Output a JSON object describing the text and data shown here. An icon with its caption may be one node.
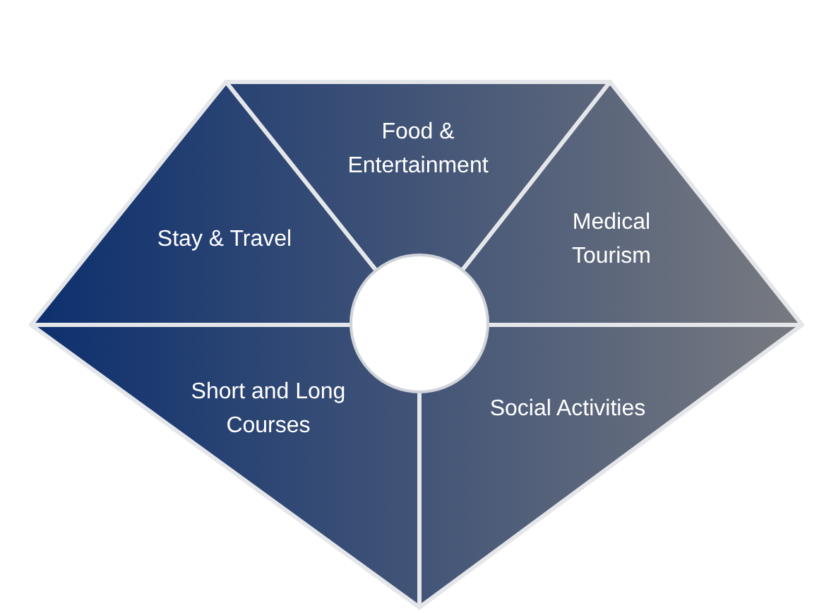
{
  "diagram": {
    "nodes": [
      {
        "text": [
          "Food & Entertainment"
        ]
      },
      {
        "text": [
          "Stay & Travel"
        ]
      },
      {
        "text": [
          "Medical Tourism"
        ]
      },
      {
        "text": [
          "Short and Long Courses"
        ]
      },
      {
        "text": [
          "Social Activities"
        ]
      },
      {
        "text": [],
        "shape": "circle"
      }
    ]
  }
}
